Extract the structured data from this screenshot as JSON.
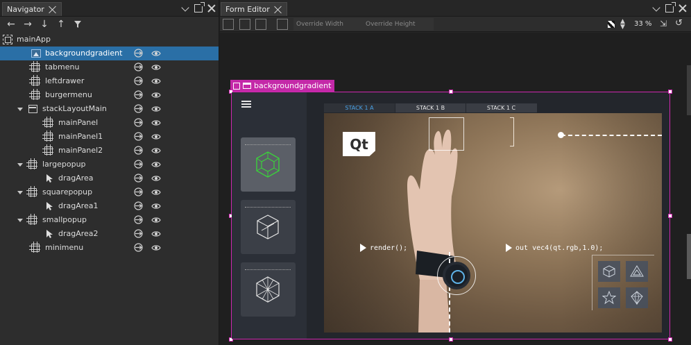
{
  "navigator": {
    "tab_label": "Navigator",
    "toolbar": [
      "arrow-left",
      "arrow-right",
      "arrow-down",
      "arrow-up",
      "filter"
    ],
    "items": [
      {
        "label": "mainApp",
        "icon": "app-icon",
        "depth": 0,
        "expandable": false
      },
      {
        "label": "backgroundgradient",
        "icon": "image-icon",
        "depth": 1,
        "expandable": false,
        "selected": true
      },
      {
        "label": "tabmenu",
        "icon": "component-icon",
        "depth": 1,
        "expandable": false
      },
      {
        "label": "leftdrawer",
        "icon": "component-icon",
        "depth": 1,
        "expandable": false
      },
      {
        "label": "burgermenu",
        "icon": "component-icon",
        "depth": 1,
        "expandable": false
      },
      {
        "label": "stackLayoutMain",
        "icon": "window-icon",
        "depth": 1,
        "expandable": true
      },
      {
        "label": "mainPanel",
        "icon": "component-icon",
        "depth": 2,
        "expandable": false
      },
      {
        "label": "mainPanel1",
        "icon": "component-icon",
        "depth": 2,
        "expandable": false
      },
      {
        "label": "mainPanel2",
        "icon": "component-icon",
        "depth": 2,
        "expandable": false
      },
      {
        "label": "largepopup",
        "icon": "component-icon",
        "depth": 1,
        "expandable": true
      },
      {
        "label": "dragArea",
        "icon": "pointer-icon",
        "depth": 2,
        "expandable": false
      },
      {
        "label": "squarepopup",
        "icon": "component-icon",
        "depth": 1,
        "expandable": true
      },
      {
        "label": "dragArea1",
        "icon": "pointer-icon",
        "depth": 2,
        "expandable": false
      },
      {
        "label": "smallpopup",
        "icon": "component-icon",
        "depth": 1,
        "expandable": true
      },
      {
        "label": "dragArea2",
        "icon": "pointer-icon",
        "depth": 2,
        "expandable": false
      },
      {
        "label": "minimenu",
        "icon": "component-icon",
        "depth": 1,
        "expandable": false
      }
    ]
  },
  "form_editor": {
    "tab_label": "Form Editor",
    "override_width_label": "Override Width",
    "override_height_label": "Override Height",
    "zoom": "33 %",
    "selection_label": "backgroundgradient",
    "preview": {
      "stack_tabs": [
        "STACK 1 A",
        "STACK 1 B",
        "STACK 1 C"
      ],
      "active_tab": 0,
      "logo_text": "Qt",
      "code_left": "render();",
      "code_right": "out vec4(qt.rgb,1.0);"
    }
  },
  "colors": {
    "selection": "#c429a8",
    "nav_selected": "#2a6fa6",
    "tab_active": "#4aa3e8"
  }
}
